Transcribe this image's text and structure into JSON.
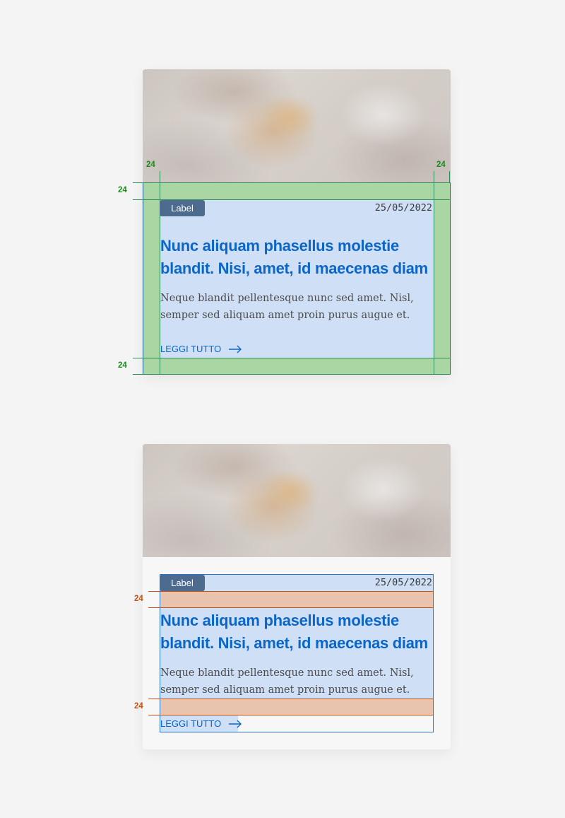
{
  "cards": [
    {
      "label": "Label",
      "date": "25/05/2022",
      "title": "Nunc aliquam phasellus molestie blandit. Nisi, amet, id maecenas diam",
      "description": "Neque blandit pellentesque nunc sed amet. Nisl, semper sed aliquam amet proin purus augue et.",
      "read_more": "LEGGI TUTTO"
    },
    {
      "label": "Label",
      "date": "25/05/2022",
      "title": "Nunc aliquam phasellus molestie blandit. Nisi, amet, id maecenas diam",
      "description": "Neque blandit pellentesque nunc sed amet. Nisl, semper sed aliquam amet proin purus augue et.",
      "read_more": "LEGGI TUTTO"
    }
  ],
  "spec": {
    "padding_annotations": [
      "24",
      "24",
      "24",
      "24"
    ],
    "spacing_annotations": [
      "24",
      "24"
    ],
    "padding_color": "#1a8a1a",
    "spacing_color": "#c6520f",
    "padding_fill": "#a9d6a2",
    "content_fill": "#cfe0f6",
    "spacing_fill": "#e8c4ae"
  },
  "icons": {
    "read_more": "arrow-right-icon"
  }
}
